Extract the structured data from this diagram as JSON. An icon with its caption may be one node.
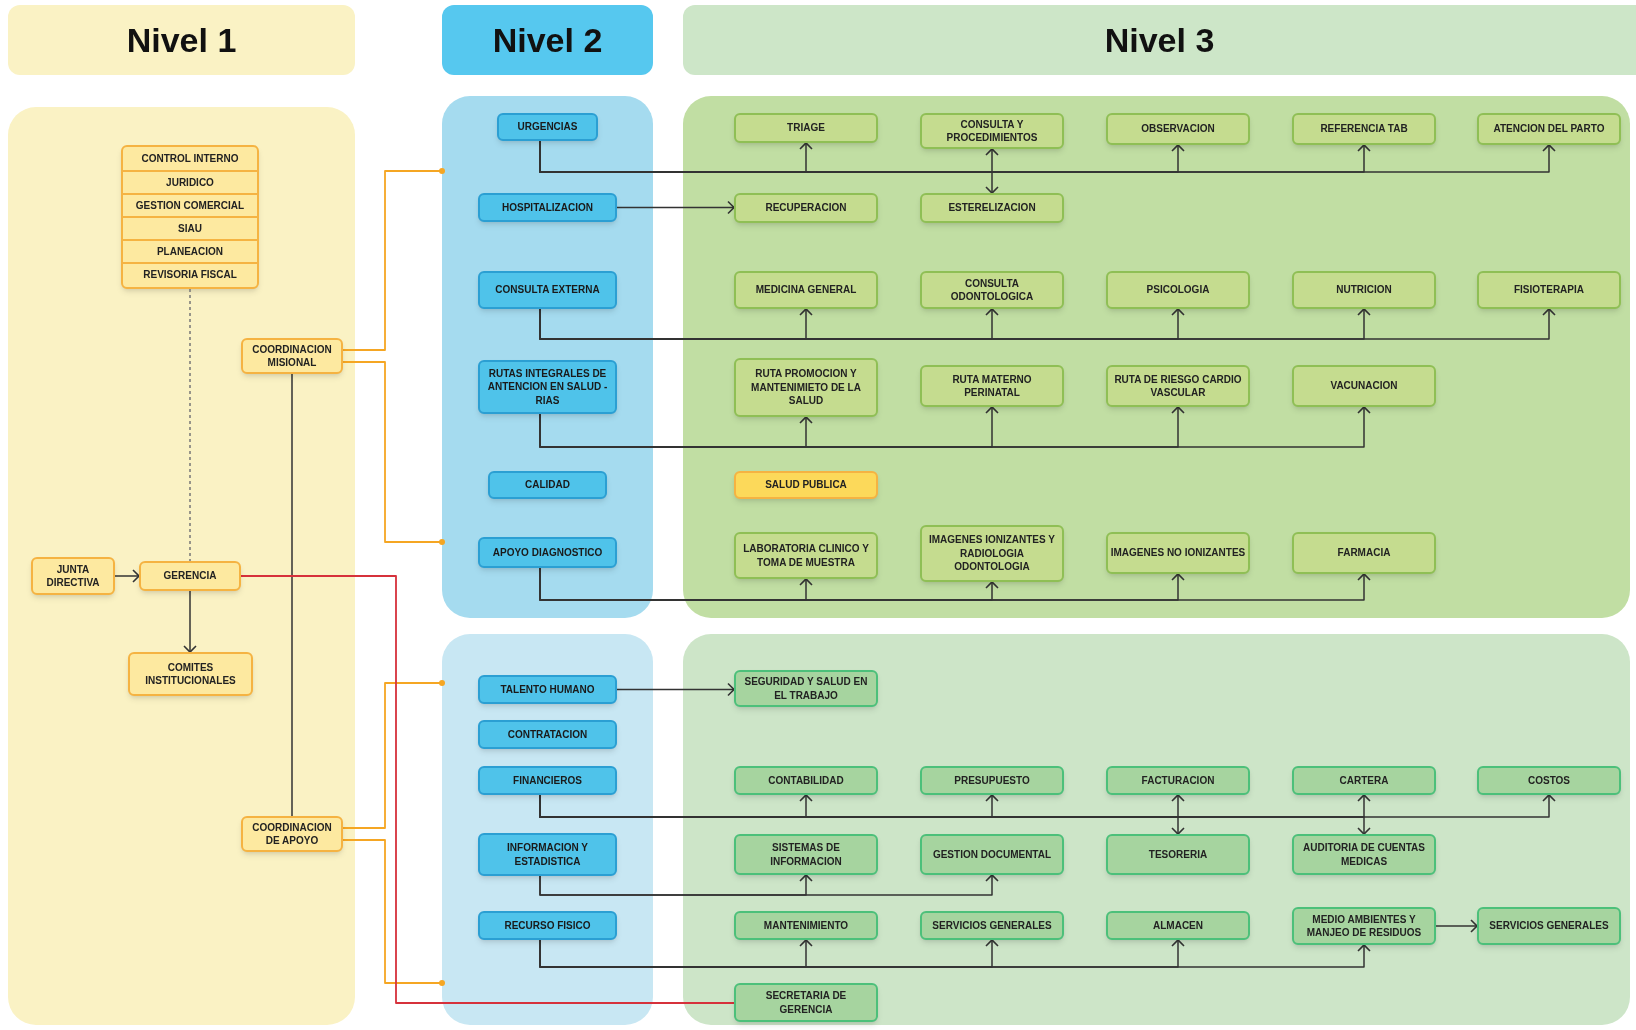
{
  "diagram": {
    "nodes": [
      {
        "text": [
          "Nivel 1"
        ]
      },
      {
        "text": [
          "Nivel 2"
        ]
      },
      {
        "text": [
          "Nivel 3"
        ]
      },
      {
        "text": [],
        "shape": "box"
      },
      {
        "text": [],
        "shape": "box",
        "in": 3
      },
      {
        "text": [
          "CONTROL INTERNO"
        ],
        "in": 4
      },
      {
        "text": [
          "JURIDICO"
        ],
        "in": 4
      },
      {
        "text": [
          "GESTION COMERCIAL"
        ],
        "in": 4
      },
      {
        "text": [
          "SIAU"
        ],
        "in": 4
      },
      {
        "text": [
          "PLANEACION"
        ],
        "in": 4
      },
      {
        "text": [
          "REVISORIA FISCAL"
        ],
        "in": 4
      },
      {
        "text": [
          "COORDINACION MISIONAL"
        ],
        "in": 3
      },
      {
        "text": [
          "JUNTA DIRECTIVA"
        ],
        "in": 3
      },
      {
        "text": [
          "GERENCIA"
        ],
        "in": 3
      },
      {
        "text": [
          "COMITES INSTITUCIONALES"
        ],
        "in": 3
      },
      {
        "text": [
          "COORDINACION DE APOYO"
        ],
        "in": 3
      },
      {
        "text": [],
        "shape": "box"
      },
      {
        "text": [],
        "shape": "box"
      },
      {
        "text": [
          "URGENCIAS"
        ],
        "in": 16
      },
      {
        "text": [
          "HOSPITALIZACION"
        ],
        "in": 16
      },
      {
        "text": [
          "CONSULTA EXTERNA"
        ],
        "in": 16
      },
      {
        "text": [
          "RUTAS INTEGRALES DE ANTENCION EN SALUD - RIAS"
        ],
        "in": 16
      },
      {
        "text": [
          "CALIDAD"
        ],
        "in": 16
      },
      {
        "text": [
          "APOYO DIAGNOSTICO"
        ],
        "in": 16
      },
      {
        "text": [
          "TRIAGE"
        ],
        "in": 17
      },
      {
        "text": [
          "CONSULTA Y PROCEDIMIENTOS"
        ],
        "in": 17
      },
      {
        "text": [
          "OBSERVACION"
        ],
        "in": 17
      },
      {
        "text": [
          "REFERENCIA TAB"
        ],
        "in": 17
      },
      {
        "text": [
          "ATENCION DEL PARTO"
        ],
        "in": 17
      },
      {
        "text": [
          "RECUPERACION"
        ],
        "in": 17
      },
      {
        "text": [
          "ESTERELIZACION"
        ],
        "in": 17
      },
      {
        "text": [
          "MEDICINA GENERAL"
        ],
        "in": 17
      },
      {
        "text": [
          "CONSULTA ODONTOLOGICA"
        ],
        "in": 17
      },
      {
        "text": [
          "PSICOLOGIA"
        ],
        "in": 17
      },
      {
        "text": [
          "NUTRICION"
        ],
        "in": 17
      },
      {
        "text": [
          "FISIOTERAPIA"
        ],
        "in": 17
      },
      {
        "text": [
          "RUTA PROMOCION Y MANTENIMIETO DE LA SALUD"
        ],
        "in": 17
      },
      {
        "text": [
          "RUTA MATERNO PERINATAL"
        ],
        "in": 17
      },
      {
        "text": [
          "RUTA DE RIESGO CARDIO VASCULAR"
        ],
        "in": 17
      },
      {
        "text": [
          "VACUNACION"
        ],
        "in": 17
      },
      {
        "text": [
          "SALUD PUBLICA"
        ],
        "in": 17
      },
      {
        "text": [
          "LABORATORIA CLINICO Y TOMA DE MUESTRA"
        ],
        "in": 17
      },
      {
        "text": [
          "IMAGENES IONIZANTES Y RADIOLOGIA ODONTOLOGIA"
        ],
        "in": 17
      },
      {
        "text": [
          "IMAGENES NO IONIZANTES"
        ],
        "in": 17
      },
      {
        "text": [
          "FARMACIA"
        ],
        "in": 17
      },
      {
        "text": [],
        "shape": "box"
      },
      {
        "text": [],
        "shape": "box"
      },
      {
        "text": [
          "TALENTO HUMANO"
        ],
        "in": 45
      },
      {
        "text": [
          "CONTRATACION"
        ],
        "in": 45
      },
      {
        "text": [
          "FINANCIEROS"
        ],
        "in": 45
      },
      {
        "text": [
          "INFORMACION Y ESTADISTICA"
        ],
        "in": 45
      },
      {
        "text": [
          "RECURSO FISICO"
        ],
        "in": 45
      },
      {
        "text": [
          "SEGURIDAD Y SALUD EN EL TRABAJO"
        ],
        "in": 46
      },
      {
        "text": [
          "CONTABILIDAD"
        ],
        "in": 46
      },
      {
        "text": [
          "PRESUPUESTO"
        ],
        "in": 46
      },
      {
        "text": [
          "FACTURACION"
        ],
        "in": 46
      },
      {
        "text": [
          "CARTERA"
        ],
        "in": 46
      },
      {
        "text": [
          "COSTOS"
        ],
        "in": 46
      },
      {
        "text": [
          "SISTEMAS DE INFORMACION"
        ],
        "in": 46
      },
      {
        "text": [
          "GESTION DOCUMENTAL"
        ],
        "in": 46
      },
      {
        "text": [
          "TESORERIA"
        ],
        "in": 46
      },
      {
        "text": [
          "AUDITORIA DE CUENTAS MEDICAS"
        ],
        "in": 46
      },
      {
        "text": [
          "MANTENIMIENTO"
        ],
        "in": 46
      },
      {
        "text": [
          "SERVICIOS GENERALES"
        ],
        "in": 46
      },
      {
        "text": [
          "ALMACEN"
        ],
        "in": 46
      },
      {
        "text": [
          "MEDIO AMBIENTES Y MANJEO DE RESIDUOS"
        ],
        "in": 46
      },
      {
        "text": [
          "SERVICIOS GENERALES"
        ],
        "in": 46
      },
      {
        "text": [
          "SECRETARIA DE GERENCIA"
        ],
        "in": 46
      }
    ],
    "edges": [
      {
        "from": 12,
        "to": 13,
        "arrow": "to"
      },
      {
        "from": 4,
        "to": 13,
        "arrow": "none",
        "style": "dashed"
      },
      {
        "from": 13,
        "to": 14,
        "arrow": "to"
      },
      {
        "from": 13,
        "to": 11,
        "arrow": "none"
      },
      {
        "from": 13,
        "to": 15,
        "arrow": "none"
      },
      {
        "from": 11,
        "to": 16,
        "arrow": "other",
        "color": "#f5a623"
      },
      {
        "from": 11,
        "to": 16,
        "arrow": "other",
        "color": "#f5a623"
      },
      {
        "from": 15,
        "to": 45,
        "arrow": "other",
        "color": "#f5a623"
      },
      {
        "from": 15,
        "to": 45,
        "arrow": "other",
        "color": "#f5a623"
      },
      {
        "from": 13,
        "to": 67,
        "arrow": "none",
        "color": "#d6313b"
      },
      {
        "from": 18,
        "to": 24,
        "arrow": "to"
      },
      {
        "from": 18,
        "to": 25,
        "arrow": "to"
      },
      {
        "from": 18,
        "to": 26,
        "arrow": "to"
      },
      {
        "from": 18,
        "to": 27,
        "arrow": "to"
      },
      {
        "from": 18,
        "to": 28,
        "arrow": "to"
      },
      {
        "from": 18,
        "to": 30,
        "arrow": "to"
      },
      {
        "from": 19,
        "to": 29,
        "arrow": "to"
      },
      {
        "from": 20,
        "to": 31,
        "arrow": "to"
      },
      {
        "from": 20,
        "to": 32,
        "arrow": "to"
      },
      {
        "from": 20,
        "to": 33,
        "arrow": "to"
      },
      {
        "from": 20,
        "to": 34,
        "arrow": "to"
      },
      {
        "from": 20,
        "to": 35,
        "arrow": "to"
      },
      {
        "from": 21,
        "to": 36,
        "arrow": "to"
      },
      {
        "from": 21,
        "to": 37,
        "arrow": "to"
      },
      {
        "from": 21,
        "to": 38,
        "arrow": "to"
      },
      {
        "from": 21,
        "to": 39,
        "arrow": "to"
      },
      {
        "from": 23,
        "to": 41,
        "arrow": "to"
      },
      {
        "from": 23,
        "to": 42,
        "arrow": "to"
      },
      {
        "from": 23,
        "to": 43,
        "arrow": "to"
      },
      {
        "from": 23,
        "to": 44,
        "arrow": "to"
      },
      {
        "from": 47,
        "to": 52,
        "arrow": "to"
      },
      {
        "from": 49,
        "to": 53,
        "arrow": "to"
      },
      {
        "from": 49,
        "to": 54,
        "arrow": "to"
      },
      {
        "from": 49,
        "to": 55,
        "arrow": "to"
      },
      {
        "from": 49,
        "to": 56,
        "arrow": "to"
      },
      {
        "from": 49,
        "to": 57,
        "arrow": "to"
      },
      {
        "from": 49,
        "to": 60,
        "arrow": "to"
      },
      {
        "from": 49,
        "to": 61,
        "arrow": "to"
      },
      {
        "from": 50,
        "to": 58,
        "arrow": "to"
      },
      {
        "from": 50,
        "to": 59,
        "arrow": "to"
      },
      {
        "from": 51,
        "to": 62,
        "arrow": "to"
      },
      {
        "from": 51,
        "to": 63,
        "arrow": "to"
      },
      {
        "from": 51,
        "to": 64,
        "arrow": "to"
      },
      {
        "from": 51,
        "to": 65,
        "arrow": "to"
      },
      {
        "from": 65,
        "to": 66,
        "arrow": "to"
      }
    ]
  }
}
